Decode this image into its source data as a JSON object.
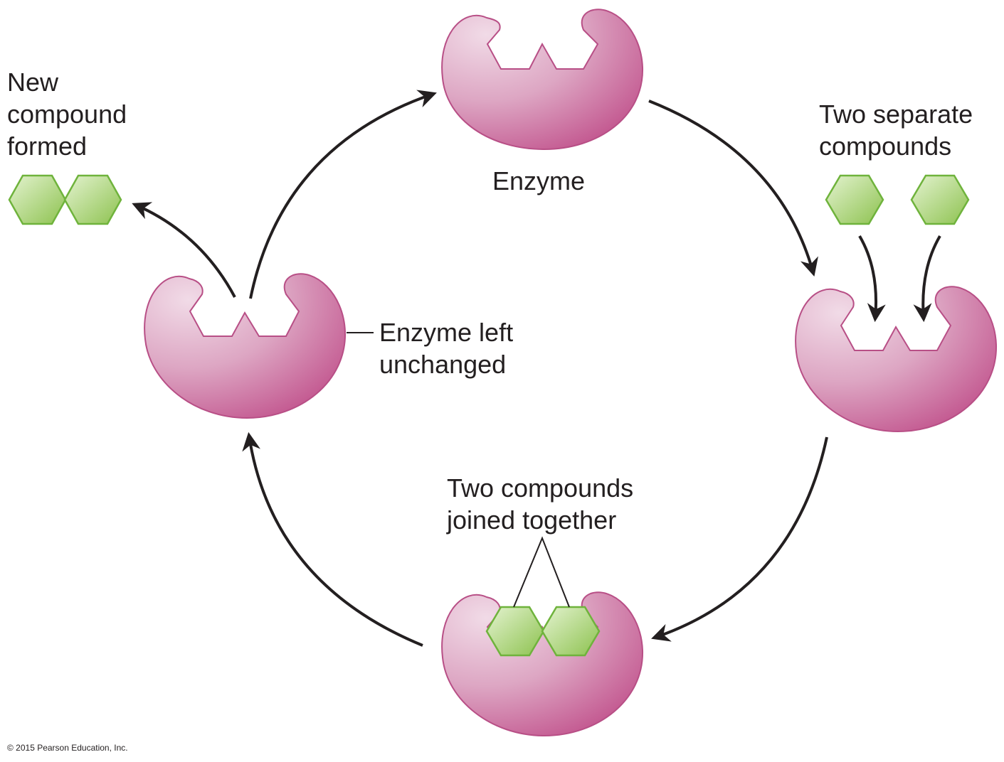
{
  "labels": {
    "enzyme": "Enzyme",
    "two_separate_1": "Two separate",
    "two_separate_2": "compounds",
    "joined_1": "Two compounds",
    "joined_2": "joined together",
    "unchanged_1": "Enzyme left",
    "unchanged_2": "unchanged",
    "new_1": "New",
    "new_2": "compound",
    "new_3": "formed"
  },
  "copyright": "© 2015 Pearson Education, Inc.",
  "colors": {
    "enzyme_light": "#f1dbe7",
    "enzyme_mid": "#dda6c3",
    "enzyme_dark": "#c2558e",
    "enzyme_stroke": "#b84f86",
    "hex_light": "#e4f3d0",
    "hex_dark": "#8dc24f",
    "hex_stroke": "#6fb33c",
    "arrow": "#231f20",
    "text": "#231f20"
  }
}
